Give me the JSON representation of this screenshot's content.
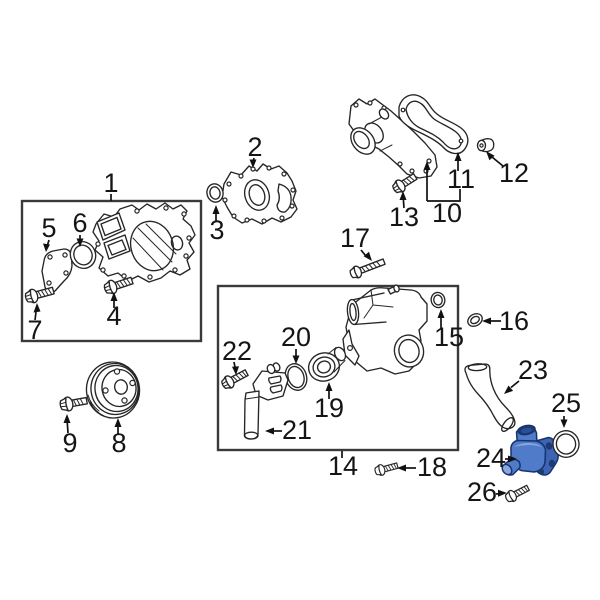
{
  "diagram": {
    "type": "exploded-parts-diagram",
    "subject": "engine water pump and thermostat housing parts",
    "callouts": [
      "1",
      "2",
      "3",
      "4",
      "5",
      "6",
      "7",
      "8",
      "9",
      "10",
      "11",
      "12",
      "13",
      "14",
      "15",
      "16",
      "17",
      "18",
      "19",
      "20",
      "21",
      "22",
      "23",
      "24",
      "25",
      "26"
    ],
    "highlighted_callout": "24",
    "colors": {
      "background": "#ffffff",
      "line": "#262626",
      "box_border": "#3a3a3a",
      "label_text": "#151515",
      "highlight_fill": "#4f7bc9",
      "highlight_shade": "#3c64b2",
      "highlight_light": "#8aa6dc",
      "highlight_outline": "#16336e",
      "highlight_hole": "#1d3b72"
    }
  }
}
